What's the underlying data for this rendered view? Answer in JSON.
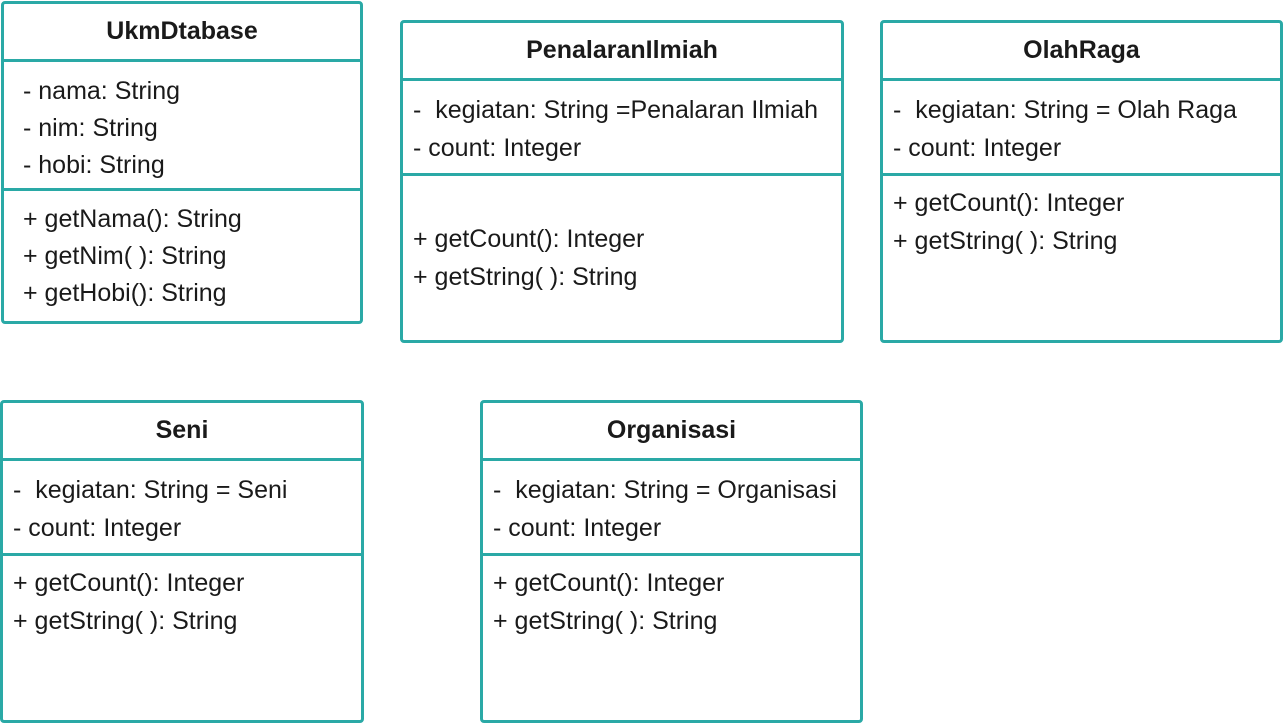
{
  "colors": {
    "border": "#2aa9a6",
    "text": "#1a1a1a",
    "background": "#ffffff"
  },
  "classes": [
    {
      "name": "UkmDtabase",
      "attributes": [
        "- nama: String",
        "- nim: String",
        "- hobi: String"
      ],
      "methods": [
        "+ getNama(): String",
        "+ getNim( ): String",
        "+ getHobi(): String"
      ]
    },
    {
      "name": "PenalaranIlmiah",
      "attributes": [
        "-  kegiatan: String =Penalaran Ilmiah",
        "- count: Integer"
      ],
      "methods": [
        "+ getCount(): Integer",
        "+ getString( ): String"
      ]
    },
    {
      "name": "OlahRaga",
      "attributes": [
        "-  kegiatan: String = Olah Raga",
        "- count: Integer"
      ],
      "methods": [
        "+ getCount(): Integer",
        "+ getString( ): String"
      ]
    },
    {
      "name": "Seni",
      "attributes": [
        "-  kegiatan: String = Seni",
        "- count: Integer"
      ],
      "methods": [
        "+ getCount(): Integer",
        "+ getString( ): String"
      ]
    },
    {
      "name": "Organisasi",
      "attributes": [
        "-  kegiatan: String = Organisasi",
        "- count: Integer"
      ],
      "methods": [
        "+ getCount(): Integer",
        "+ getString( ): String"
      ]
    }
  ]
}
